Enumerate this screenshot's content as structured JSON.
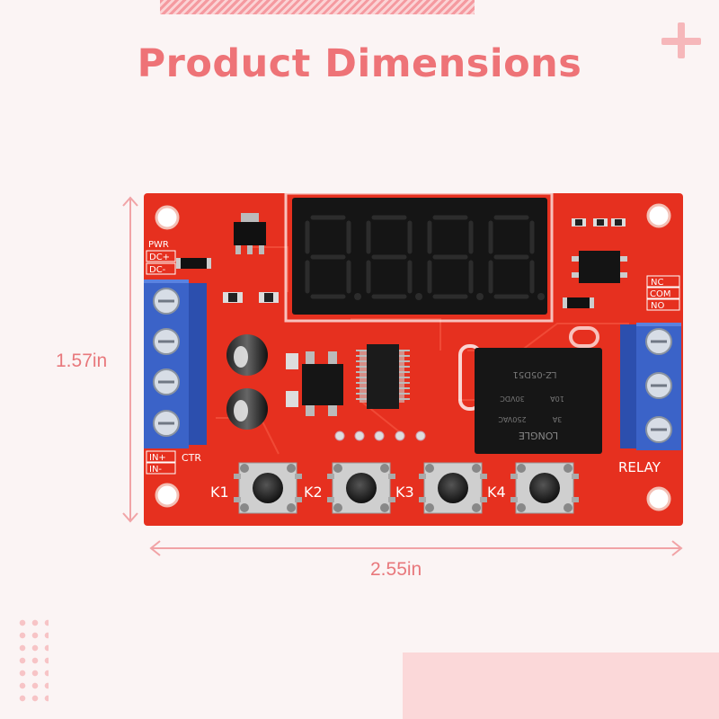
{
  "title": "Product Dimensions",
  "dimensions": {
    "height": "1.57in",
    "width": "2.55in"
  },
  "board": {
    "display_digits": [
      "8.",
      "8.",
      "8.",
      "8."
    ],
    "buttons": [
      "K1",
      "K2",
      "K3",
      "K4"
    ],
    "labels": {
      "pwr": "PWR",
      "dc_plus": "DC+",
      "dc_minus": "DC-",
      "in_plus": "IN+",
      "in_minus": "IN-",
      "ctr": "CTR",
      "nc": "NC",
      "com": "COM",
      "no": "NO",
      "relay": "RELAY"
    },
    "relay_text": [
      "LONGLE",
      "3A",
      "250VAC",
      "10A",
      "30VDC",
      "LZ-05D51"
    ]
  },
  "colors": {
    "accent": "#ee7377",
    "pcb": "#e6301f",
    "terminal": "#3b63c8"
  }
}
